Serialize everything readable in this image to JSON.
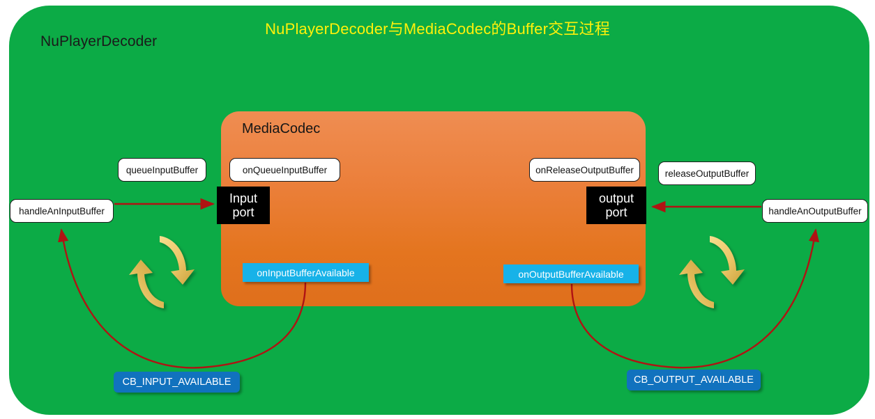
{
  "diagram": {
    "title": "NuPlayerDecoder与MediaCodec的Buffer交互过程",
    "title_color": "#FFF10A",
    "outer_container_label": "NuPlayerDecoder",
    "outer_container_color": "#0CAB46",
    "codec_panel_label": "MediaCodec",
    "codec_panel_color": "#E9782C"
  },
  "ports": {
    "input": {
      "line1": "Input",
      "line2": "port"
    },
    "output": {
      "line1": "output",
      "line2": "port"
    }
  },
  "method_labels": {
    "queue_input_buffer": "queueInputBuffer",
    "on_queue_input_buffer": "onQueueInputBuffer",
    "handle_an_input_buffer": "handleAnInputBuffer",
    "on_release_output_buffer": "onReleaseOutputBuffer",
    "release_output_buffer": "releaseOutputBuffer",
    "handle_an_output_buffer": "handleAnOutputBuffer"
  },
  "callback_labels": {
    "on_input_buffer_available": "onInputBufferAvailable",
    "on_output_buffer_available": "onOutputBufferAvailable",
    "callback_color": "#17B2E8"
  },
  "event_labels": {
    "cb_input_available": "CB_INPUT_AVAILABLE",
    "cb_output_available": "CB_OUTPUT_AVAILABLE",
    "event_color": "#1172BE"
  },
  "icons": {
    "cycle_left": "cycle-arrows-icon",
    "cycle_right": "cycle-arrows-icon",
    "cycle_color": "#E8C25C"
  },
  "arrows": {
    "color": "#B01313",
    "straight": [
      {
        "name": "handleAnInputBuffer-to-input-port",
        "from": "handleAnInputBuffer",
        "to": "Input port"
      },
      {
        "name": "handleAnOutputBuffer-to-output-port",
        "from": "handleAnOutputBuffer",
        "to": "output port"
      }
    ],
    "curved": [
      {
        "name": "onInputBufferAvailable-to-handleAnInputBuffer",
        "from": "onInputBufferAvailable",
        "to": "handleAnInputBuffer",
        "via": "CB_INPUT_AVAILABLE"
      },
      {
        "name": "onOutputBufferAvailable-to-handleAnOutputBuffer",
        "from": "onOutputBufferAvailable",
        "to": "handleAnOutputBuffer",
        "via": "CB_OUTPUT_AVAILABLE"
      }
    ]
  }
}
